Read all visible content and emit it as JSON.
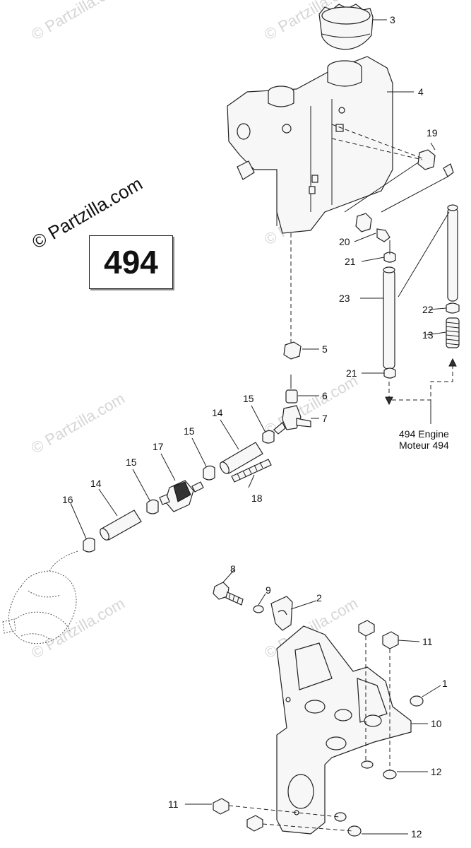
{
  "watermark": {
    "main": "© Partzilla.com",
    "faint": [
      "© Partzilla.com",
      "© Partzilla.com",
      "© Partzilla.com",
      "© Partzilla.com",
      "© Partzilla.com",
      "© Partzilla.com",
      "© Partzilla.com"
    ]
  },
  "engine_box": {
    "label": "494"
  },
  "engine_note": {
    "line1": "494 Engine",
    "line2": "Moteur 494"
  },
  "callouts": [
    "3",
    "4",
    "19",
    "20",
    "21",
    "23",
    "22",
    "13",
    "5",
    "6",
    "7",
    "21",
    "15",
    "14",
    "15",
    "17",
    "15",
    "14",
    "16",
    "18",
    "8",
    "9",
    "2",
    "11",
    "1",
    "10",
    "12",
    "11",
    "12"
  ]
}
